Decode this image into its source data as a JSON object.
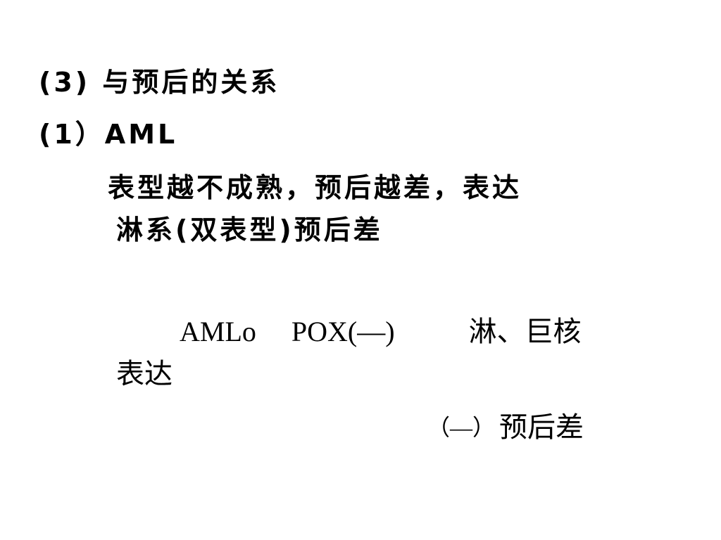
{
  "slide": {
    "heading_1": "(3) 与预后的关系",
    "heading_2": "(1）AML",
    "paragraph": {
      "line_1": "表型越不成熟，预后越差，表达",
      "line_2": "淋系(双表型)预后差"
    },
    "aml_block": {
      "amlo": "AMLo",
      "pox": "POX(—)",
      "lineage": "淋、巨核",
      "express": "表达",
      "neg": "（—）",
      "prognosis": "预后差"
    }
  }
}
